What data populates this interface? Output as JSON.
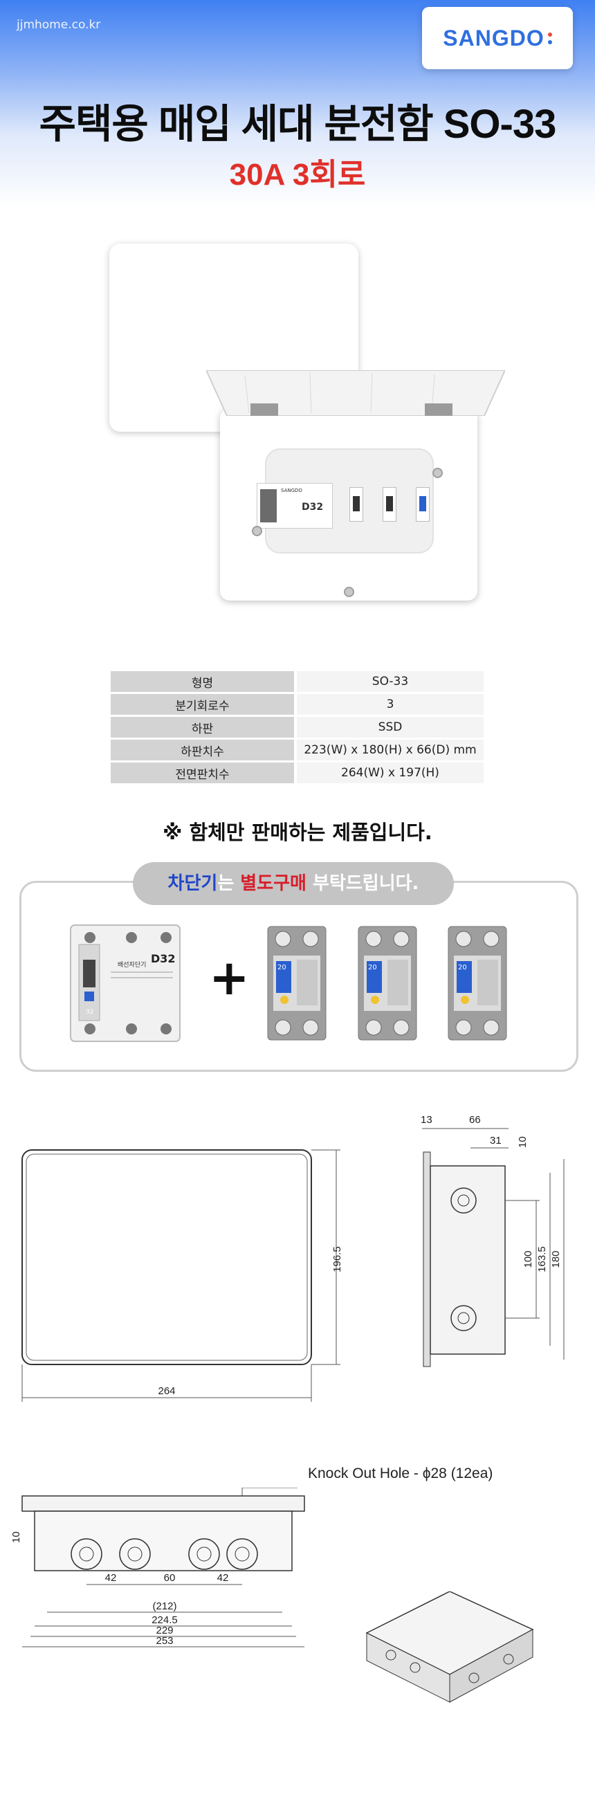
{
  "header": {
    "site": "jjmhome.co.kr",
    "brand": "SANGDO",
    "brand_dot_colors": [
      "#e94b3c",
      "#2ec36c",
      "#2f6fe0"
    ],
    "title": "주택용 매입 세대 분전함 SO-33",
    "subtitle": "30A 3회로"
  },
  "product_images": {
    "cover_label": "",
    "main_breaker": {
      "brand": "SANGDO",
      "model": "D32"
    },
    "branch_breakers": 3
  },
  "spec_table": [
    {
      "label": "형명",
      "value": "SO-33"
    },
    {
      "label": "분기회로수",
      "value": "3"
    },
    {
      "label": "하판",
      "value": "SSD"
    },
    {
      "label": "하판치수",
      "value": "223(W) x 180(H) x 66(D) mm"
    },
    {
      "label": "전면판치수",
      "value": "264(W) x 197(H)"
    }
  ],
  "notice": "※ 함체만 판매하는 제품입니다.",
  "breaker_note": {
    "part1": "차단기",
    "part2": "는 ",
    "part3": "별도구매",
    "part4": " 부탁드립니다."
  },
  "breakers": {
    "main": {
      "model": "D32",
      "name": "배선차단기",
      "rating": "32",
      "label": "32"
    },
    "branch_rating": "20",
    "branch_count": 3
  },
  "drawing_front": {
    "height": "196.5",
    "width": "264"
  },
  "drawing_side": {
    "d1": "13",
    "d2": "66",
    "d3": "31",
    "d4": "10",
    "h1": "100",
    "h2": "163.5",
    "h3": "180"
  },
  "drawing_bottom": {
    "knockout_label": "Knock Out Hole - ϕ28 (12ea)",
    "left_dim": "10",
    "spacing": [
      "42",
      "60",
      "42"
    ],
    "widths": [
      "(212)",
      "224.5",
      "229",
      "253"
    ]
  }
}
